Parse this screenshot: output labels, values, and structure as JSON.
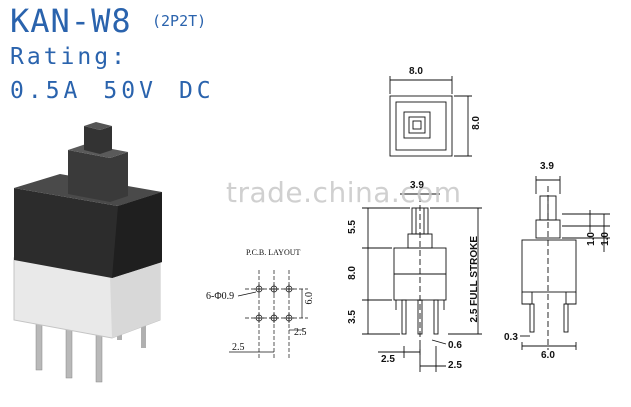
{
  "header": {
    "model": "KAN-W8",
    "poles": "(2P2T)",
    "rating_label": "Rating:",
    "current": "0.5A",
    "voltage": "50V",
    "type": "DC"
  },
  "watermark": "trade.china.com",
  "pcb_layout": {
    "title": "P.C.B.  LAYOUT",
    "hole_label": "6-Φ0.9",
    "dim_pitch_h": "2.5",
    "dim_pitch_v": "6.0",
    "dim_pitch_bottom": "2.5"
  },
  "top_view": {
    "width": "8.0",
    "height": "8.0"
  },
  "front_view": {
    "plunger_width": "3.9",
    "plunger_height": "5.5",
    "body_height": "8.0",
    "pin_length": "3.5",
    "stroke": "2.5 FULL STROKE",
    "pin_pitch": "2.5",
    "pin_pitch_b": "2.5",
    "pin_thickness": "0.6"
  },
  "side_view": {
    "plunger_width": "3.9",
    "dim_a": "1.0",
    "dim_b": "1.0",
    "pin_offset": "0.3",
    "pin_span": "6.0"
  },
  "colors": {
    "header_text": "#2a63ad",
    "drawing_lines": "#111111",
    "watermark": "#c8c8c8"
  }
}
